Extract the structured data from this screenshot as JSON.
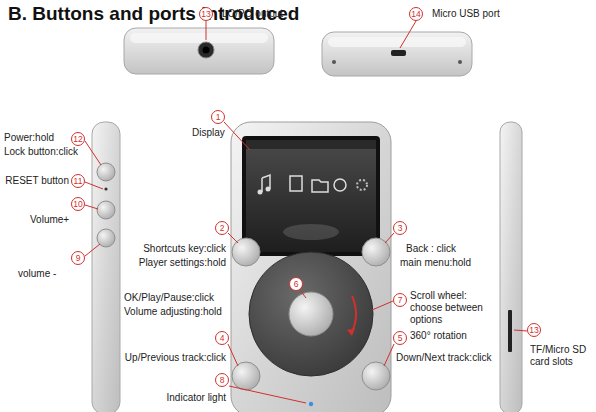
{
  "diagram": {
    "title": "B. Buttons and ports introduced",
    "labels": [
      "13",
      "LO/PO output",
      "14",
      "Micro USB port",
      "12",
      "Power:hold",
      "Lock button:click",
      "11",
      "RESET button",
      "10",
      "Volume+",
      "9",
      "volume -",
      "1",
      "Display",
      "2",
      "Shortcuts key:click",
      "Player settings:hold",
      "3",
      "Back : click",
      "main menu:hold",
      "6",
      "OK/Play/Pause:click",
      "Volume adjusting:hold",
      "7",
      "Scroll wheel: choose between options",
      "360° rotation",
      "4",
      "Up/Previous track:click",
      "5",
      "Down/Next track:click",
      "8",
      "Indicator light",
      "13",
      "TF/Micro SD card slots"
    ]
  }
}
